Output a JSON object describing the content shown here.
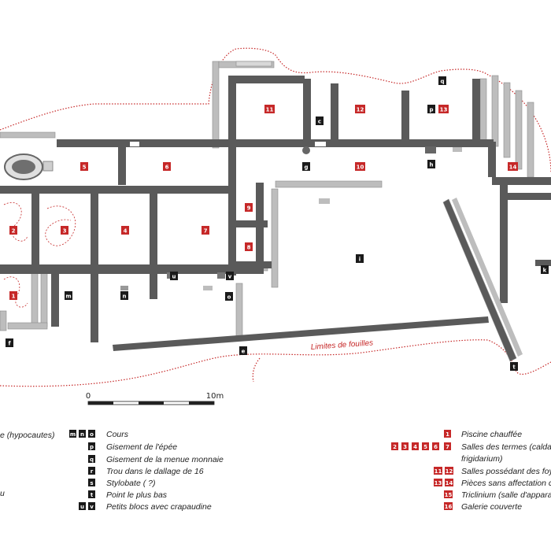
{
  "colors": {
    "wall": "#5a5a5a",
    "wall_light": "#bdbdbd",
    "accent_red": "#c62828",
    "dark_badge": "#1a1a1a"
  },
  "plan": {
    "fouilles_label": "Limites de fouilles",
    "scale": {
      "start": "0",
      "end": "10m"
    },
    "red_rooms": [
      {
        "id": "r1",
        "label": "1"
      },
      {
        "id": "r2",
        "label": "2"
      },
      {
        "id": "r3",
        "label": "3"
      },
      {
        "id": "r4",
        "label": "4"
      },
      {
        "id": "r5",
        "label": "5"
      },
      {
        "id": "r6",
        "label": "6"
      },
      {
        "id": "r7",
        "label": "7"
      },
      {
        "id": "r8",
        "label": "8"
      },
      {
        "id": "r9",
        "label": "9"
      },
      {
        "id": "r10",
        "label": "10"
      },
      {
        "id": "r11",
        "label": "11"
      },
      {
        "id": "r12",
        "label": "12"
      },
      {
        "id": "r13",
        "label": "13"
      },
      {
        "id": "r14",
        "label": "14"
      }
    ],
    "black_marks": [
      {
        "id": "mc",
        "label": "c"
      },
      {
        "id": "mg",
        "label": "g"
      },
      {
        "id": "mh",
        "label": "h"
      },
      {
        "id": "mp",
        "label": "p"
      },
      {
        "id": "mq",
        "label": "q"
      },
      {
        "id": "mi",
        "label": "i"
      },
      {
        "id": "mk",
        "label": "k"
      },
      {
        "id": "mm",
        "label": "m"
      },
      {
        "id": "mn",
        "label": "n"
      },
      {
        "id": "mo",
        "label": "o"
      },
      {
        "id": "mu",
        "label": "u"
      },
      {
        "id": "mv",
        "label": "v"
      },
      {
        "id": "mf",
        "label": "f"
      },
      {
        "id": "me",
        "label": "e"
      },
      {
        "id": "mt",
        "label": "t"
      }
    ]
  },
  "legend": {
    "left": [
      {
        "badges": [
          "m",
          "n",
          "o"
        ],
        "style": "dark",
        "text": "Cours"
      },
      {
        "badges": [
          "p"
        ],
        "style": "dark",
        "text": "Gisement de l'épée"
      },
      {
        "badges": [
          "q"
        ],
        "style": "dark",
        "text": "Gisement de la menue monnaie"
      },
      {
        "badges": [
          "r"
        ],
        "style": "dark",
        "text": "Trou dans le dallage de 16"
      },
      {
        "badges": [
          "s"
        ],
        "style": "dark",
        "text": "Stylobate ( ?)"
      },
      {
        "badges": [
          "t"
        ],
        "style": "dark",
        "text": "Point le plus bas"
      },
      {
        "badges": [
          "u",
          "v"
        ],
        "style": "dark",
        "text": "Petits blocs avec crapaudine"
      }
    ],
    "right": [
      {
        "badges": [
          "1"
        ],
        "style": "red",
        "text": "Piscine chauffée"
      },
      {
        "badges": [
          "2",
          "3",
          "4",
          "5",
          "6",
          "7"
        ],
        "style": "red",
        "text": "Salles des termes (caldariu"
      },
      {
        "badges": [],
        "style": "red",
        "text": "frigidarium)"
      },
      {
        "badges": [
          "11",
          "12"
        ],
        "style": "red",
        "text": "Salles possédant des foyer"
      },
      {
        "badges": [
          "13",
          "14"
        ],
        "style": "red",
        "text": "Pièces sans affectation co"
      },
      {
        "badges": [
          "15"
        ],
        "style": "red",
        "text": "Triclinium (salle d'apparat)"
      },
      {
        "badges": [
          "16"
        ],
        "style": "red",
        "text": "Galerie couverte"
      }
    ],
    "far_left": [
      {
        "text": "e (hypocautes)"
      },
      {
        "text": "u"
      }
    ]
  }
}
